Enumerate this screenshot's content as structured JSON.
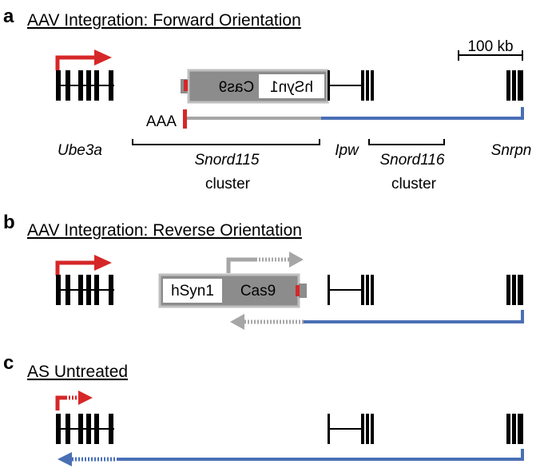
{
  "panels": [
    {
      "letter": "a",
      "title": "AAV Integration: Forward Orientation",
      "scale_bar": "100 kb",
      "cassette": {
        "promoter": "hSyn1",
        "gene": "Cas9",
        "mirrored": true
      },
      "polyA": "AAA",
      "genes": {
        "ube3a": "Ube3a",
        "snord115": "Snord115",
        "snord115_sub": "cluster",
        "ipw": "Ipw",
        "snord116": "Snord116",
        "snord116_sub": "cluster",
        "snrpn": "Snrpn"
      }
    },
    {
      "letter": "b",
      "title": "AAV Integration: Reverse Orientation",
      "cassette": {
        "promoter": "hSyn1",
        "gene": "Cas9",
        "mirrored": false
      }
    },
    {
      "letter": "c",
      "title": "AS Untreated"
    }
  ],
  "colors": {
    "ube3a_transcript": "#d62728",
    "snrpn_transcript": "#4a6fb5",
    "cassette_transcript": "#a6a6a6",
    "cassette_fill": "#8c8c8c",
    "exon": "#000000"
  }
}
